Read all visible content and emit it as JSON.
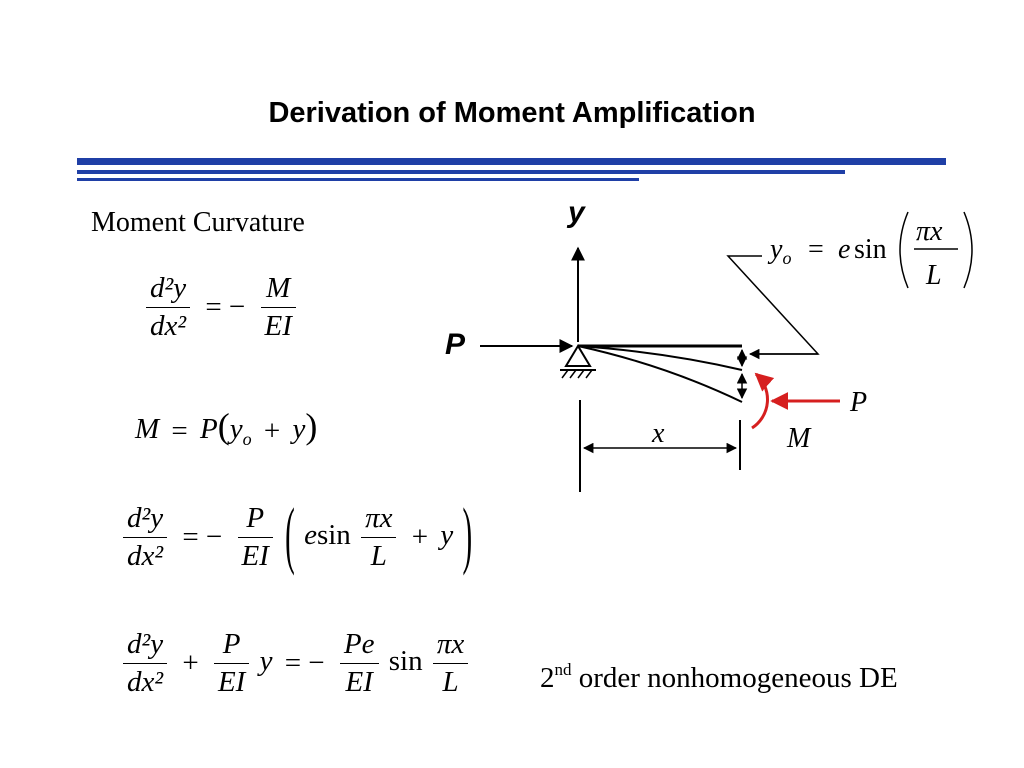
{
  "slide": {
    "title": "Derivation of Moment Amplification",
    "section_label": "Moment Curvature",
    "note_prefix": "2",
    "note_superscript": "nd",
    "note_text": " order nonhomogeneous DE"
  },
  "equations": {
    "eq1": {
      "lhs_num": "d²y",
      "lhs_den": "dx²",
      "rhs_num": "M",
      "rhs_den": "EI"
    },
    "eq2": {
      "lhs": "M",
      "rhs_P": "P",
      "y0": "y",
      "y0_sub": "o",
      "y": "y"
    },
    "eq3": {
      "lhs_num": "d²y",
      "lhs_den": "dx²",
      "P": "P",
      "EI": "EI",
      "e": "e",
      "sin": "sin",
      "pix": "πx",
      "L": "L",
      "y": "y"
    },
    "eq4": {
      "lhs_num": "d²y",
      "lhs_den": "dx²",
      "P": "P",
      "EI": "EI",
      "y": "y",
      "Pe": "Pe",
      "sin": "sin",
      "pix": "πx",
      "L": "L"
    }
  },
  "diagram": {
    "axis_label": "y",
    "load_left": "P",
    "load_right": "P",
    "moment": "M",
    "dim_label": "x",
    "formula": {
      "lhs": "y",
      "lhs_sub": "o",
      "e": "e",
      "sin": "sin",
      "num": "πx",
      "den": "L"
    },
    "colors": {
      "moment_arrow": "#d61f1f",
      "rule": "#1f3fa6"
    }
  }
}
